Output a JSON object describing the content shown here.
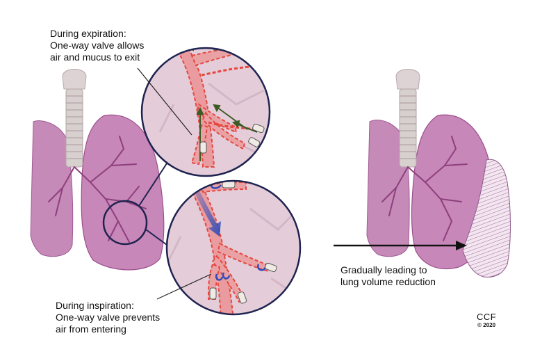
{
  "captions": {
    "expiration": [
      "During expiration:",
      "One-way valve allows",
      "air and mucus to exit"
    ],
    "inspiration": [
      "During inspiration:",
      "One-way valve prevents",
      "air from entering"
    ],
    "result": [
      "Gradually leading to",
      "lung volume reduction"
    ]
  },
  "credit": {
    "name": "CCF",
    "year": "© 2020"
  },
  "colors": {
    "lung": "#c787b8",
    "lung_dark": "#8e3f7d",
    "trachea": "#dcd0d0",
    "bronchus_pink": "#e99b9f",
    "vessel_red": "#e5473f",
    "magnifier_bg": "#e4cdd9",
    "outline_navy": "#1f2350",
    "airflow_green": "#3d5a26",
    "airflow_blue": "#2f4db8",
    "arrow": "#111111"
  },
  "icons": {
    "valve": "one-way-valve-icon",
    "arrow": "arrow-right-icon"
  }
}
